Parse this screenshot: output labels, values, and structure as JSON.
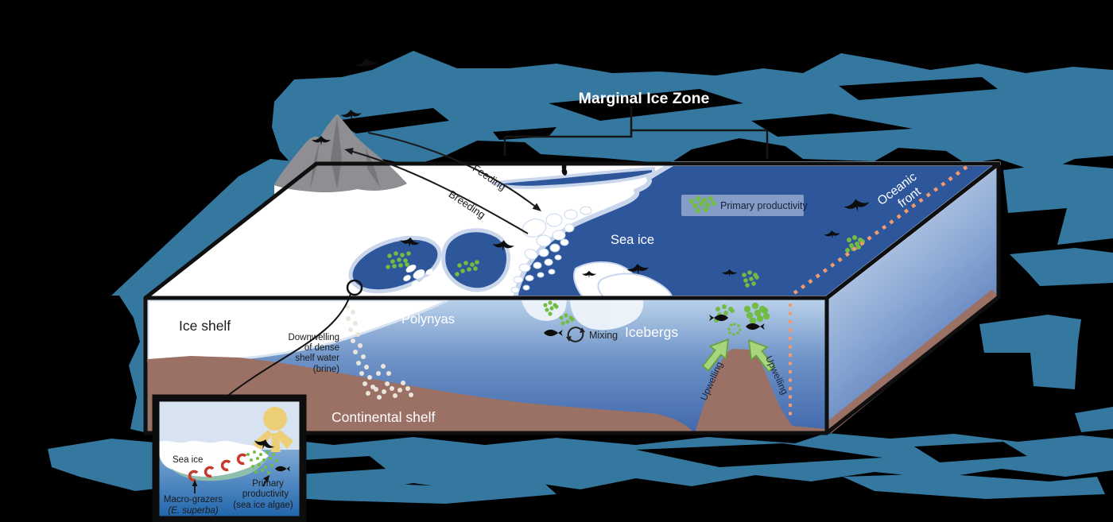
{
  "title": "Marginal Ice Zone",
  "arrows": {
    "feeding": "Feeding",
    "breeding": "Breeding"
  },
  "top_face": {
    "sea_ice": "Sea ice",
    "oceanic_front_l1": "Oceanic",
    "oceanic_front_l2": "front"
  },
  "front_face": {
    "ice_shelf": "Ice shelf",
    "polynyas": "Polynyas",
    "icebergs": "Icebergs",
    "mixing": "Mixing",
    "continental_shelf": "Continental shelf",
    "upwelling_left": "Upwelling",
    "upwelling_right": "Upwelling",
    "downwelling_l1": "Downwelling",
    "downwelling_l2": "of dense",
    "downwelling_l3": "shelf water",
    "downwelling_l4": "(brine)"
  },
  "legend": {
    "label": "Primary productivity"
  },
  "inset": {
    "sea_ice": "Sea ice",
    "macro_grazers_l1": "Macro-grazers",
    "macro_grazers_l2": "(E. superba)",
    "primary_l1": "Primary",
    "primary_l2": "productivity",
    "primary_l3": "(sea ice algae)"
  },
  "colors": {
    "paper_blue": "#35789F",
    "ocean_blue": "#2D569B",
    "ice_white": "#FFFFFF",
    "halo_blue": "#C9D6EC",
    "seafloor_brown": "#9B7165",
    "mountain_gray": "#8F8F93",
    "productivity_green": "#72BC44",
    "front_orange": "#F19A6F",
    "krill_red": "#C43A2B",
    "sun_yellow": "#EDCF77"
  }
}
